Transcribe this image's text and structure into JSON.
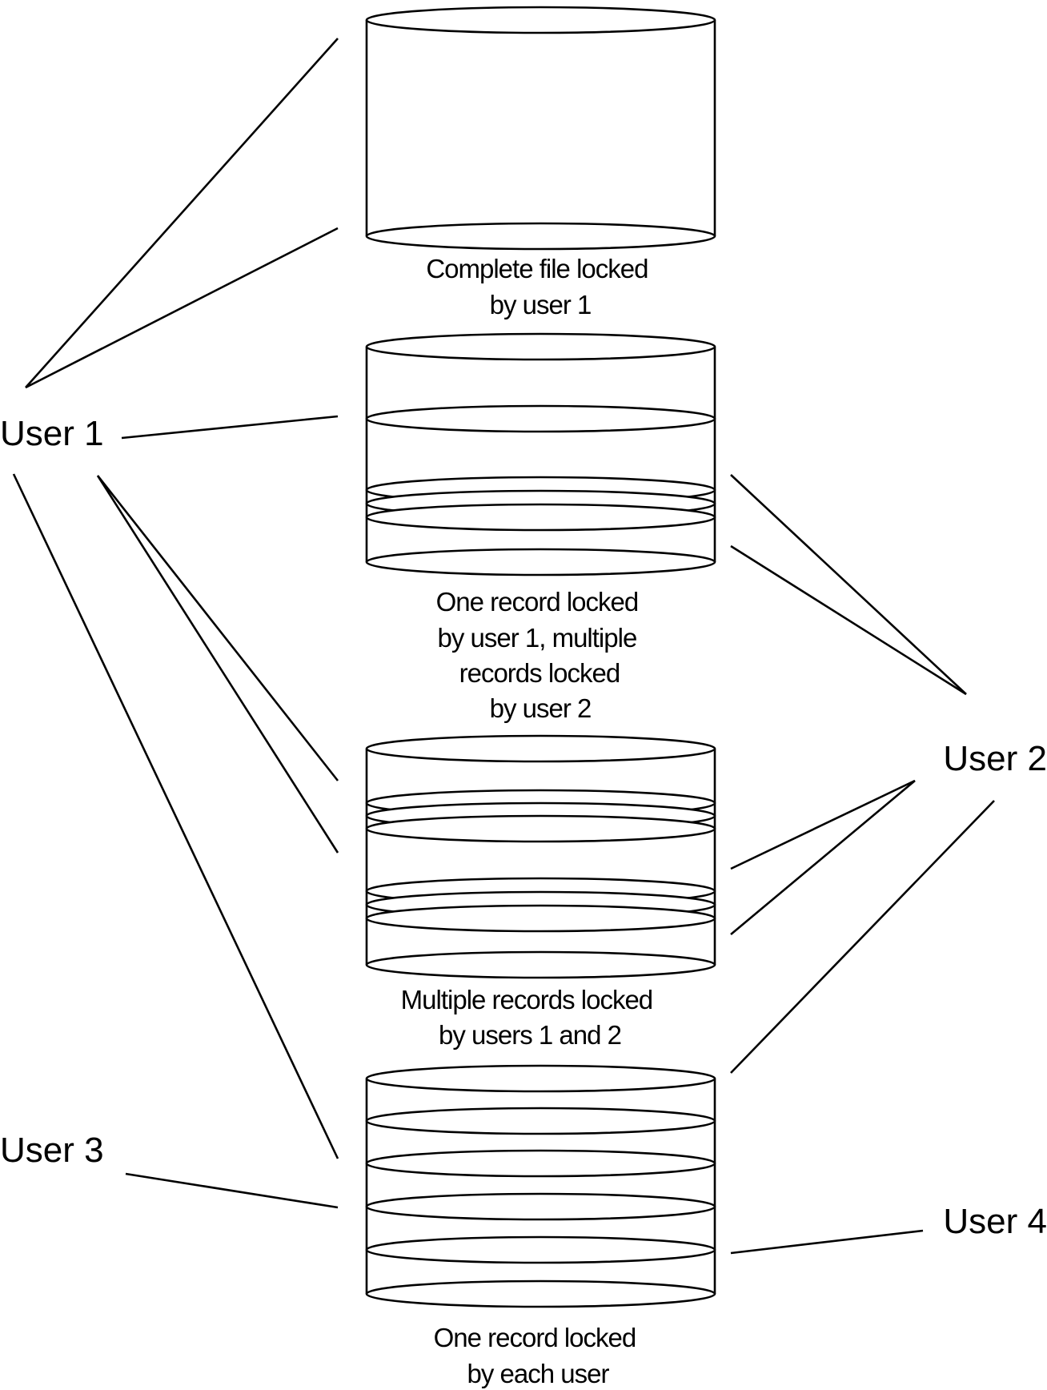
{
  "users": {
    "user1": "User 1",
    "user2": "User 2",
    "user3": "User 3",
    "user4": "User 4"
  },
  "files": [
    {
      "id": "file-1",
      "caption": [
        "Complete file locked",
        "by user 1"
      ]
    },
    {
      "id": "file-2",
      "caption": [
        "One record locked",
        "by user 1, multiple",
        "records locked",
        "by user 2"
      ]
    },
    {
      "id": "file-3",
      "caption": [
        "Multiple records locked",
        "by users 1 and 2"
      ]
    },
    {
      "id": "file-4",
      "caption": [
        "One record locked",
        "by each user"
      ]
    }
  ]
}
